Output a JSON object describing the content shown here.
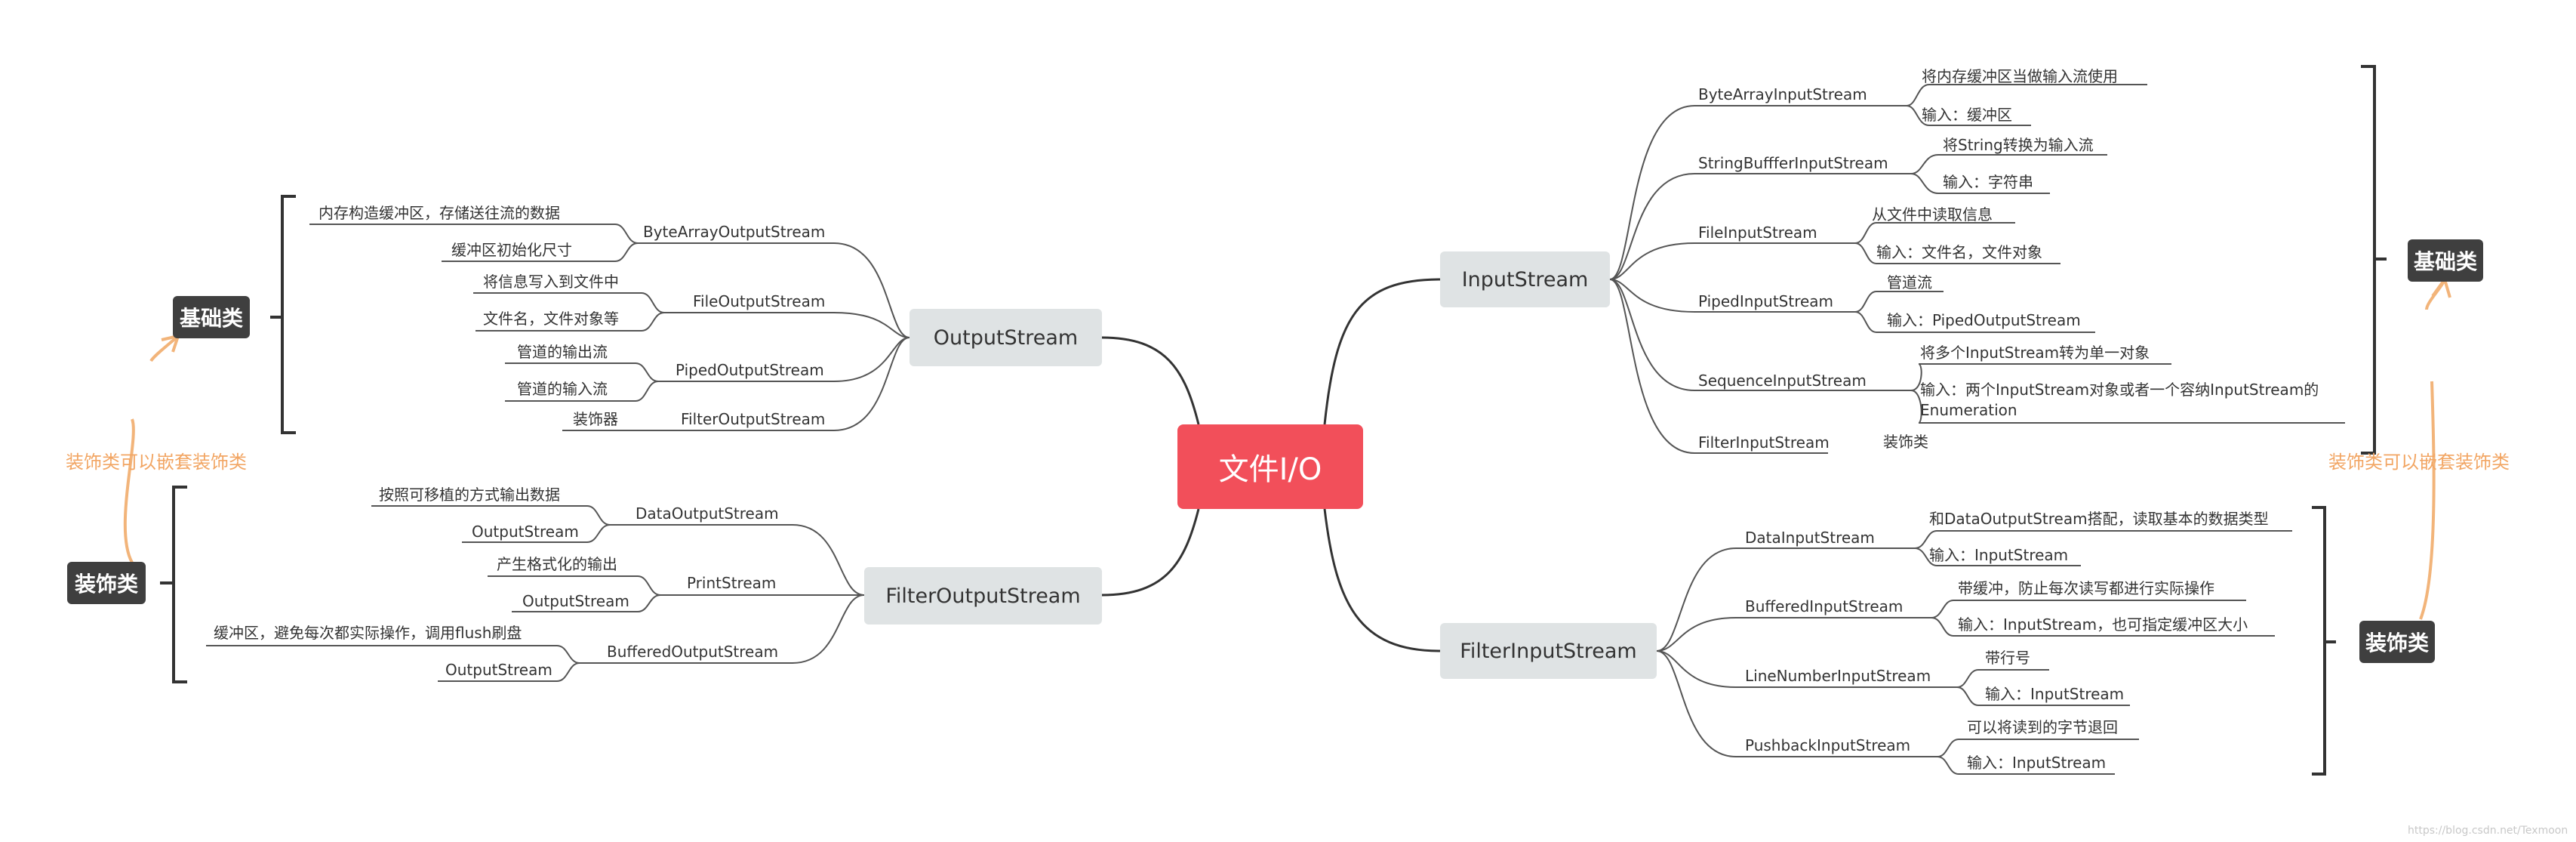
{
  "center": "文件I/O",
  "right": {
    "input_stream": {
      "title": "InputStream",
      "items": [
        {
          "name": "ByteArrayInputStream",
          "notes": [
            "将内存缓冲区当做输入流使用",
            "输入：缓冲区"
          ]
        },
        {
          "name": "StringBuffferInputStream",
          "notes": [
            "将String转换为输入流",
            "输入：字符串"
          ]
        },
        {
          "name": "FileInputStream",
          "notes": [
            "从文件中读取信息",
            "输入：文件名，文件对象"
          ]
        },
        {
          "name": "PipedInputStream",
          "notes": [
            "管道流",
            "输入：PipedOutputStream"
          ]
        },
        {
          "name": "SequenceInputStream",
          "notes": [
            "将多个InputStream转为单一对象",
            "输入：两个InputStream对象或者一个容纳InputStream的",
            "Enumeration"
          ]
        },
        {
          "name": "FilterInputStream",
          "notes": [
            "装饰类"
          ]
        }
      ]
    },
    "filter_input_stream": {
      "title": "FilterInputStream",
      "items": [
        {
          "name": "DataInputStream",
          "notes": [
            "和DataOutputStream搭配，读取基本的数据类型",
            "输入：InputStream"
          ]
        },
        {
          "name": "BufferedInputStream",
          "notes": [
            "带缓冲，防止每次读写都进行实际操作",
            "输入：InputStream，也可指定缓冲区大小"
          ]
        },
        {
          "name": "LineNumberInputStream",
          "notes": [
            "带行号",
            "输入：InputStream"
          ]
        },
        {
          "name": "PushbackInputStream",
          "notes": [
            "可以将读到的字节退回",
            "输入：InputStream"
          ]
        }
      ]
    },
    "basic_label": "基础类",
    "decorator_label": "装饰类",
    "relation_label": "装饰类可以嵌套装饰类"
  },
  "left": {
    "output_stream": {
      "title": "OutputStream",
      "items": [
        {
          "name": "ByteArrayOutputStream",
          "notes": [
            "内存构造缓冲区，存储送往流的数据",
            "缓冲区初始化尺寸"
          ]
        },
        {
          "name": "FileOutputStream",
          "notes": [
            "将信息写入到文件中",
            "文件名，文件对象等"
          ]
        },
        {
          "name": "PipedOutputStream",
          "notes": [
            "管道的输出流",
            "管道的输入流"
          ]
        },
        {
          "name": "FilterOutputStream",
          "notes": [
            "装饰器"
          ]
        }
      ]
    },
    "filter_output_stream": {
      "title": "FilterOutputStream",
      "items": [
        {
          "name": "DataOutputStream",
          "notes": [
            "按照可移植的方式输出数据",
            "OutputStream"
          ]
        },
        {
          "name": "PrintStream",
          "notes": [
            "产生格式化的输出",
            "OutputStream"
          ]
        },
        {
          "name": "BufferedOutputStream",
          "notes": [
            "缓冲区，避免每次都实际操作，调用flush刷盘",
            "OutputStream"
          ]
        }
      ]
    },
    "basic_label": "基础类",
    "decorator_label": "装饰类",
    "relation_label": "装饰类可以嵌套装饰类"
  },
  "watermark": "https://blog.csdn.net/Texmoon"
}
